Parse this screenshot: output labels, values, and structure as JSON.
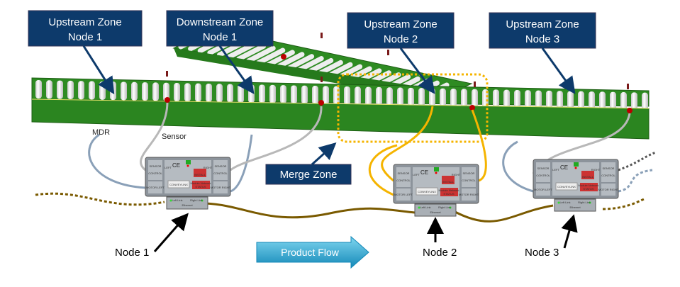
{
  "callouts": {
    "upstream_node1": [
      "Upstream Zone",
      "Node 1"
    ],
    "downstream_node1": [
      "Downstream Zone",
      "Node 1"
    ],
    "upstream_node2": [
      "Upstream Zone",
      "Node 2"
    ],
    "upstream_node3": [
      "Upstream Zone",
      "Node 3"
    ],
    "merge_zone": "Merge Zone"
  },
  "conveyor_labels": {
    "mdr": "MDR",
    "sensor": "Sensor"
  },
  "nodes": [
    "Node 1",
    "Node 2",
    "Node 3"
  ],
  "product_flow": "Product Flow",
  "module": {
    "sensor": "SENSOR",
    "control": "CONTROL",
    "left": "LEFT",
    "right": "RIGHT",
    "install": "INSTALL",
    "motor_left": "MOTOR LEFT",
    "motor_right": "MOTOR RIGHT",
    "status": "STATUS",
    "module_network": "Module  Network",
    "logo": "CONVEYLINX",
    "left_link": "Left Link",
    "right_link": "Right Link",
    "ethernet": "Ethernet"
  },
  "colors": {
    "callout_bg": "#0d3a6b",
    "conveyor_green": "#2e8b22",
    "ethernet_cable": "#7a5a00",
    "sensor_cable": "#f5b400",
    "mdr_cable": "#8aa0b8",
    "merge_zone_outline": "#f5b400",
    "flow_arrow": "#1fa6d0"
  }
}
